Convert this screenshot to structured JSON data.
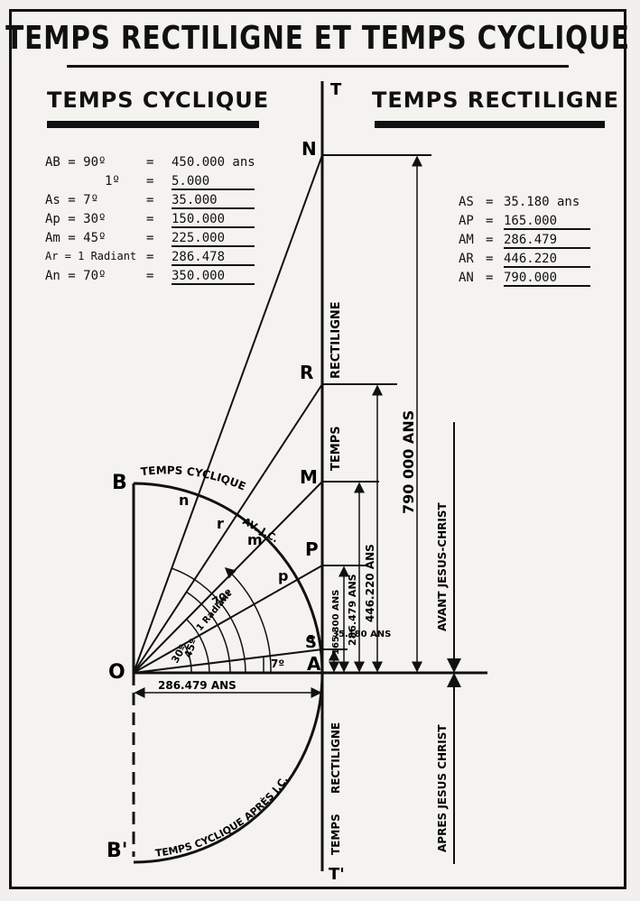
{
  "banner": "TEMPS RECTILIGNE ET TEMPS CYCLIQUE",
  "left": {
    "title": "TEMPS CYCLIQUE",
    "rows": [
      {
        "label": "AB = 90º",
        "eq": "=",
        "value": "450.000 ans"
      },
      {
        "label": "1º",
        "eq": "=",
        "value": "5.000"
      },
      {
        "label": "As = 7º",
        "eq": "=",
        "value": "35.000"
      },
      {
        "label": "Ap = 30º",
        "eq": "=",
        "value": "150.000"
      },
      {
        "label": "Am = 45º",
        "eq": "=",
        "value": "225.000"
      },
      {
        "label": "Ar = 1 Radiant",
        "eq": "=",
        "value": "286.478"
      },
      {
        "label": "An = 70º",
        "eq": "=",
        "value": "350.000"
      }
    ]
  },
  "right": {
    "title": "TEMPS RECTILIGNE",
    "rows": [
      {
        "label": "AS",
        "eq": "=",
        "value": "35.180 ans"
      },
      {
        "label": "AP",
        "eq": "=",
        "value": "165.000"
      },
      {
        "label": "AM",
        "eq": "=",
        "value": "286.479"
      },
      {
        "label": "AR",
        "eq": "=",
        "value": "446.220"
      },
      {
        "label": "AN",
        "eq": "=",
        "value": "790.000"
      }
    ]
  },
  "diagram": {
    "points": {
      "O": "O",
      "A": "A",
      "B": "B",
      "B2": "B'",
      "T": "T",
      "T2": "T'",
      "N": "N",
      "R": "R",
      "M": "M",
      "P": "P",
      "S": "S",
      "n": "n",
      "r": "r",
      "m": "m",
      "p": "p",
      "s": "s"
    },
    "arc_upper_label": "TEMPS CYCLIQUE",
    "arc_upper_sub": "AV. J.C.",
    "arc_lower_label": "TEMPS CYCLIQUE APRÈS J.C.",
    "axis_upper": "TEMPS",
    "axis_upper2": "RECTILIGNE",
    "axis_lower": "TEMPS",
    "axis_lower2": "RECTILIGNE",
    "radius_label": "286.479 ANS",
    "angles": {
      "a70": "70º",
      "rad": "1 Radiant",
      "a45": "45º",
      "a30": "30º",
      "a7": "7º"
    },
    "dims": {
      "d35": "35.180 ANS",
      "d165": "165.300 ANS",
      "d286": "286.479 ANS",
      "d446": "446.220 ANS",
      "d790": "790 000 ANS"
    },
    "era_before": "AVANT JESUS-CHRIST",
    "era_after": "APRES JESUS CHRIST"
  }
}
